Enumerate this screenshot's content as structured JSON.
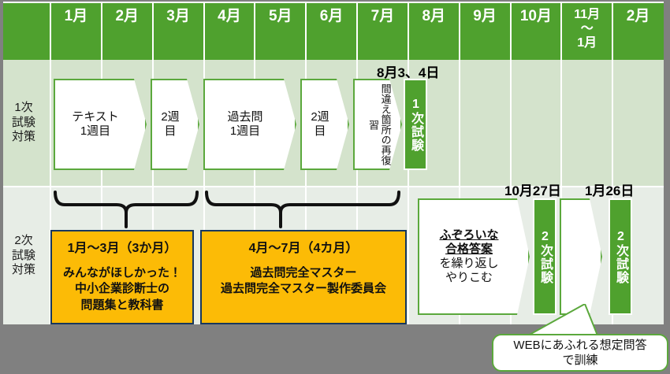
{
  "colors": {
    "header_green": "#4FA12E",
    "row1_bg": "#D4E3CC",
    "row2_bg": "#E7EDE6",
    "chevron_border": "#5BA83C",
    "orange": "#FCBB06",
    "orange_border": "#17375E",
    "page_bg": "#808080"
  },
  "header": {
    "corner_label": "",
    "months": [
      "1月",
      "2月",
      "3月",
      "4月",
      "5月",
      "6月",
      "7月",
      "8月",
      "9月",
      "10月",
      "11月\n〜\n1月",
      "2月"
    ]
  },
  "rows": [
    {
      "label": "1次\n試験\n対策"
    },
    {
      "label": "2次\n試験\n対策"
    }
  ],
  "row1": {
    "steps": [
      {
        "text": "テキスト\n1週目"
      },
      {
        "text": "2週\n目"
      },
      {
        "text": "過去問\n1週目"
      },
      {
        "text": "2週\n目"
      },
      {
        "text": "間違\nえ箇\n所の\n再復\n習",
        "vertical": true
      }
    ],
    "exam": {
      "label": "1次試験",
      "date_caption": "8月3、4日"
    }
  },
  "row2": {
    "practice": {
      "line1": "ふぞろいな",
      "line2": "合格答案",
      "line3": "を繰り返し",
      "line4": "やりこむ"
    },
    "exams": [
      {
        "label": "2次試験",
        "date_caption": "10月27日"
      },
      {
        "label": "2次試験",
        "date_caption": "1月26日"
      }
    ],
    "boxes": [
      {
        "title": "1月〜3月（3か月）",
        "body_lines": [
          "みんながほしかった！",
          "中小企業診断士の",
          "問題集と教科書"
        ]
      },
      {
        "title": "4月〜7月（4カ月）",
        "body_lines": [
          "過去問完全マスター",
          "過去問完全マスター製作委員会"
        ]
      }
    ]
  },
  "callout": {
    "line1": "WEBにあふれる想定問答",
    "line2": "で訓練"
  }
}
